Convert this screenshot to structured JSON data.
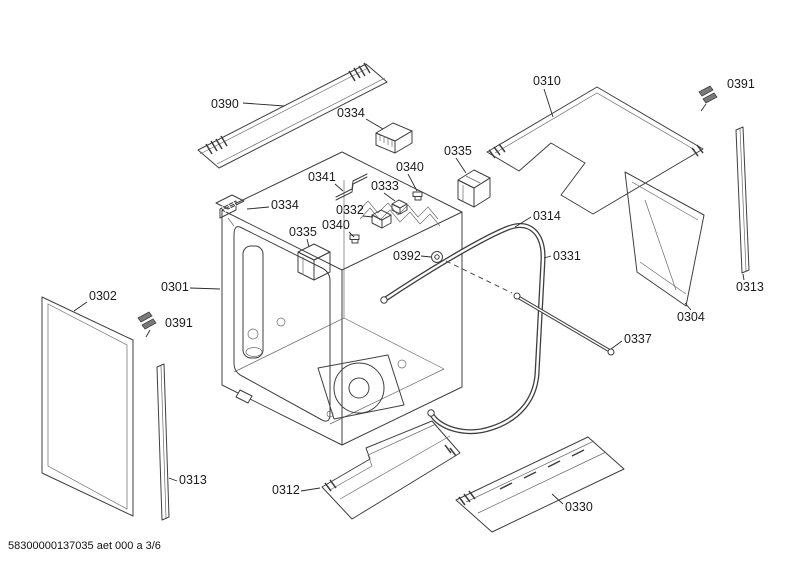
{
  "meta": {
    "footer": "58300000137035 aet 000 a 3/6"
  },
  "colors": {
    "line": "#3f3f3f",
    "background": "#ffffff",
    "label_text": "#1b1b1b"
  },
  "labels": [
    {
      "number": "0390"
    },
    {
      "number": "0334"
    },
    {
      "number": "0310"
    },
    {
      "number": "0391"
    },
    {
      "number": "0335"
    },
    {
      "number": "0341"
    },
    {
      "number": "0340"
    },
    {
      "number": "0333"
    },
    {
      "number": "0332"
    },
    {
      "number": "0334"
    },
    {
      "number": "0340"
    },
    {
      "number": "0335"
    },
    {
      "number": "0314"
    },
    {
      "number": "0331"
    },
    {
      "number": "0392"
    },
    {
      "number": "0302"
    },
    {
      "number": "0301"
    },
    {
      "number": "0391"
    },
    {
      "number": "0313"
    },
    {
      "number": "0304"
    },
    {
      "number": "0337"
    },
    {
      "number": "0313"
    },
    {
      "number": "0312"
    },
    {
      "number": "0330"
    }
  ]
}
